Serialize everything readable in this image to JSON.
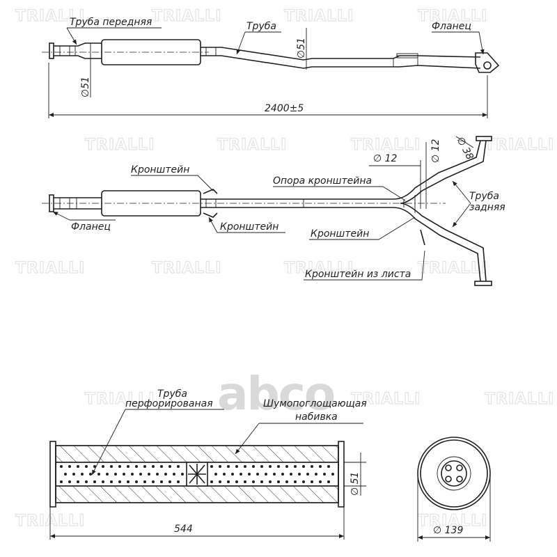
{
  "watermark": {
    "text": "TRIALLI",
    "brand": "abco"
  },
  "top_view": {
    "front_pipe": "Труба передняя",
    "pipe": "Труба",
    "flange": "Фланец",
    "dia_front": "∅51",
    "dia_mid": "∅51",
    "length": "2400±5"
  },
  "middle_view": {
    "bracket_upper": "Кронштейн",
    "bracket_lower": "Кронштейн",
    "flange": "Фланец",
    "bracket_support": "Опора кронштейна",
    "bracket_center": "Кронштейн",
    "sheet_bracket": "Кронштейн из листа",
    "rear_pipe_1": "Труба",
    "rear_pipe_2": "задняя",
    "dia_12a": "∅ 12",
    "dia_12b": "∅ 12",
    "dia_38": "∅ 38"
  },
  "section_view": {
    "perf_pipe_1": "Труба",
    "perf_pipe_2": "перфорированая",
    "packing_1": "Шумопоглощающая",
    "packing_2": "набивка",
    "dia_51": "∅ 51",
    "length": "544",
    "dia_139": "∅ 139"
  }
}
